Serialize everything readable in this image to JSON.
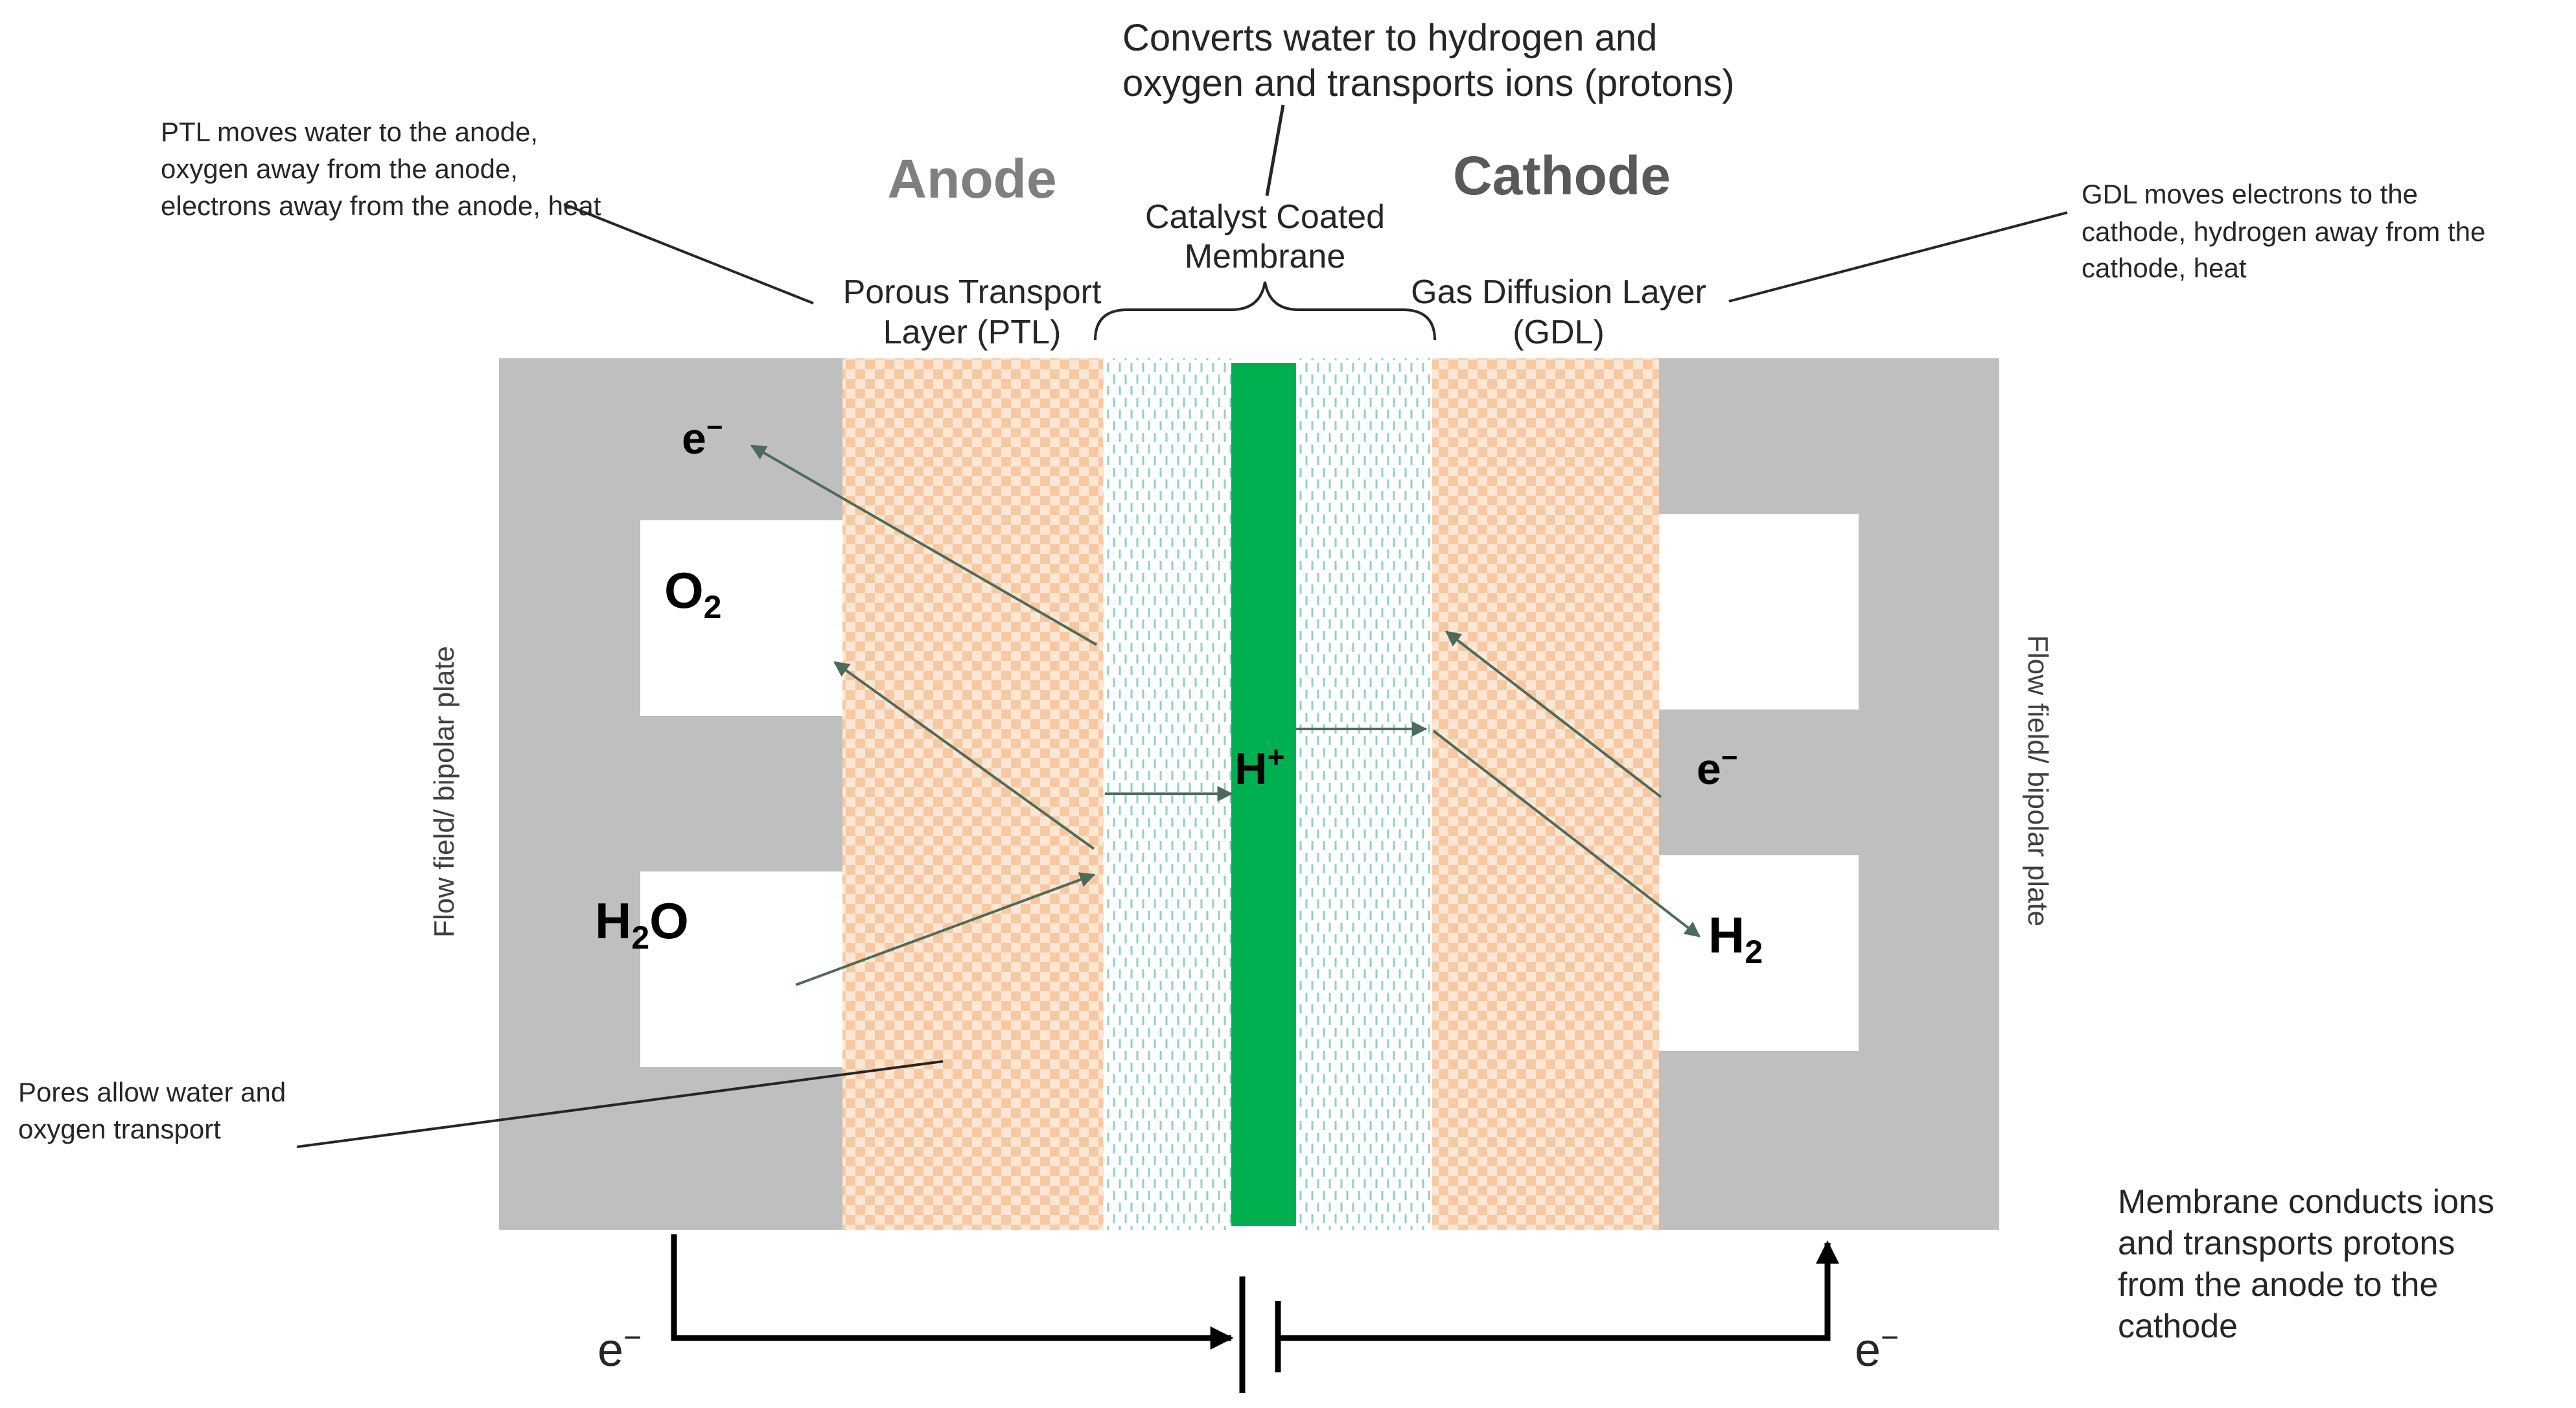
{
  "header": {
    "ccm_function_line1": "Converts water to hydrogen and",
    "ccm_function_line2": "oxygen and transports ions (protons)",
    "anode_title": "Anode",
    "cathode_title": "Cathode"
  },
  "layers": {
    "ptl_label_line1": "Porous Transport",
    "ptl_label_line2": "Layer (PTL)",
    "ccm_label_line1": "Catalyst Coated",
    "ccm_label_line2": "Membrane",
    "gdl_label_line1": "Gas Diffusion Layer",
    "gdl_label_line2": "(GDL)"
  },
  "annotations": {
    "ptl_note_line1": "PTL moves  water to the anode,",
    "ptl_note_line2": "oxygen  away from the anode,",
    "ptl_note_line3": "electrons away from the anode, heat",
    "gdl_note_line1": "GDL moves electrons to the",
    "gdl_note_line2": "cathode, hydrogen  away from the",
    "gdl_note_line3": "cathode, heat",
    "pores_note_line1": "Pores allow  water and",
    "pores_note_line2": "oxygen transport",
    "membrane_note_line1": "Membrane conducts ions",
    "membrane_note_line2": "and transports protons",
    "membrane_note_line3": "from the anode to the",
    "membrane_note_line4": "cathode"
  },
  "plates": {
    "left_label": "Flow field/ bipolar plate",
    "right_label": "Flow field/ bipolar plate"
  },
  "species": {
    "electron_base": "e",
    "electron_sup": "−",
    "oxygen_base": "O",
    "oxygen_sub": "2",
    "water_base_h": "H",
    "water_sub": "2",
    "water_base_o": "O",
    "proton_base": "H",
    "proton_sup": "+",
    "hydrogen_base": "H",
    "hydrogen_sub": "2"
  },
  "colors": {
    "plate_gray": "#bfbfbf",
    "membrane_green": "#00b050",
    "porous_peach": "#f4b183",
    "catalyst_teal": "#7fc9b5",
    "arrow_green": "#4d6b5c",
    "title_gray": "#7f7f7f"
  }
}
